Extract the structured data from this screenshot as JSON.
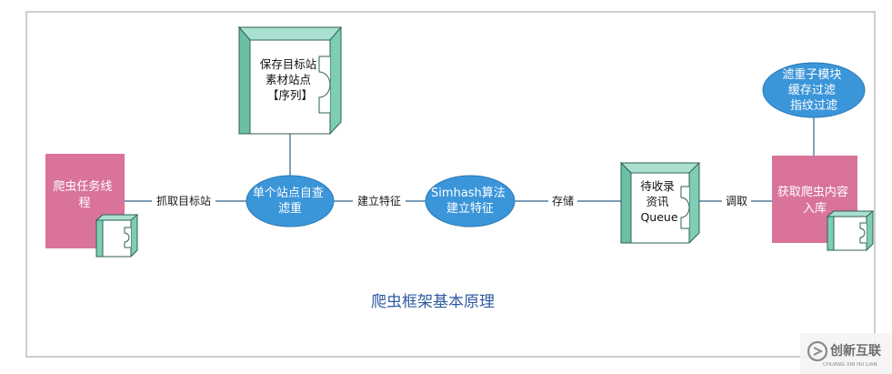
{
  "nodes": {
    "crawler_thread": [
      "爬虫任务线",
      "程"
    ],
    "save_sites": [
      "保存目标站",
      "素材站点",
      "【序列】"
    ],
    "dedup": [
      "单个站点自查",
      "滤重"
    ],
    "simhash": [
      "Simhash算法",
      "建立特征"
    ],
    "queue": [
      "待收录",
      "资讯",
      "Queue"
    ],
    "fetch_content": [
      "获取爬虫内容",
      "入库"
    ],
    "dedup_module": [
      "滤重子模块",
      "缓存过滤",
      "指纹过滤"
    ]
  },
  "edges": {
    "grab_target": "抓取目标站",
    "build_feature": "建立特征",
    "store": "存储",
    "invoke": "调取"
  },
  "caption": "爬虫框架基本原理",
  "watermark": {
    "name": "创新互联",
    "sub": "CHUANG XIN HU LIAN"
  },
  "colors": {
    "pink": "#d9739a",
    "teal": "#7ecdb5",
    "blue": "#3b95d9",
    "line": "#2e5f8a",
    "caption": "#2f5aa0"
  }
}
